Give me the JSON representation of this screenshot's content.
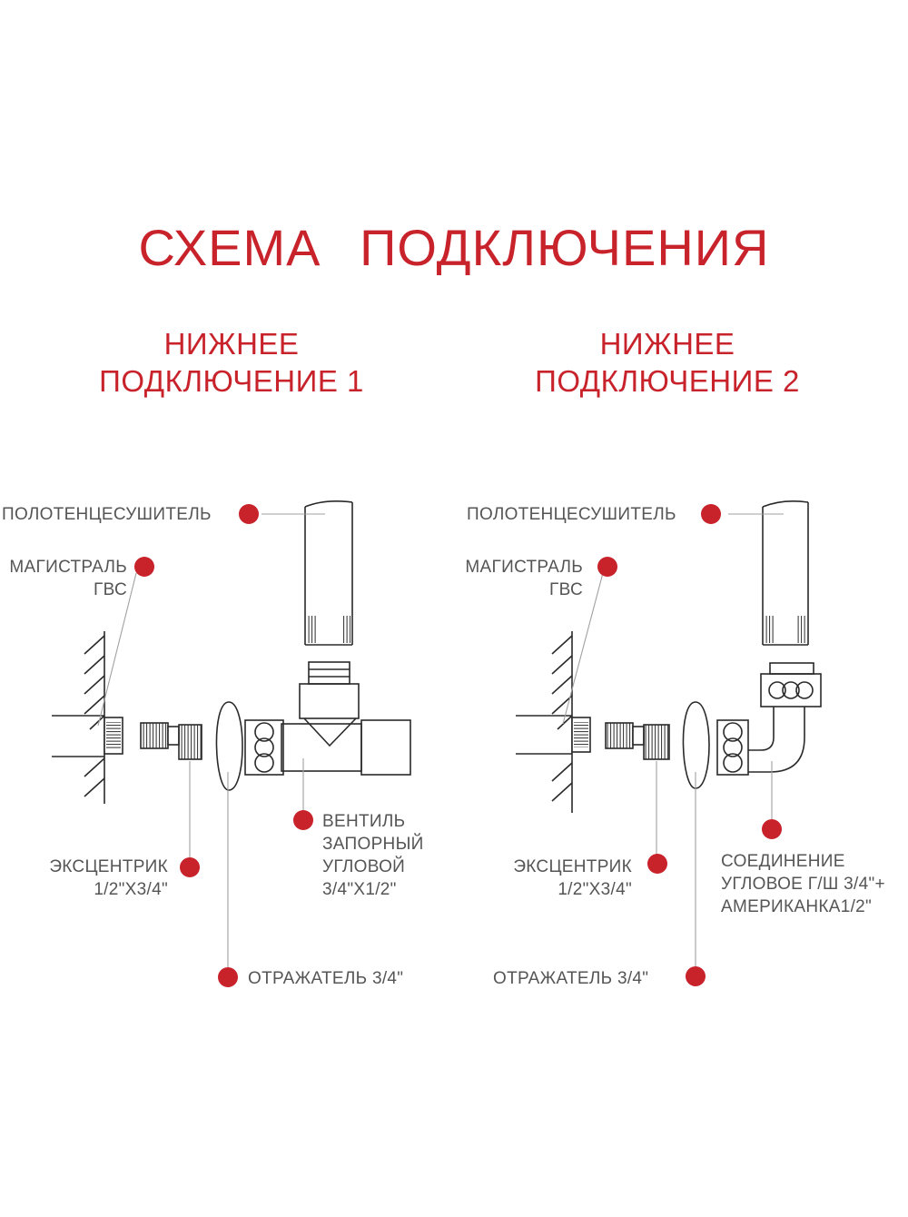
{
  "title": "СХЕМА ПОДКЛЮЧЕНИЯ",
  "colors": {
    "accent": "#c8222b",
    "line": "#2a2a2a",
    "text": "#555555",
    "leader": "#a0a0a0"
  },
  "schemes": [
    {
      "heading": [
        "НИЖНЕЕ",
        "ПОДКЛЮЧЕНИЕ 1"
      ],
      "labels": {
        "towel_dryer": "ПОЛОТЕНЦЕСУШИТЕЛЬ",
        "main_line": [
          "МАГИСТРАЛЬ",
          "ГВС"
        ],
        "eccentric": [
          "ЭКСЦЕНТРИК",
          "1/2\"X3/4\""
        ],
        "reflector": "ОТРАЖАТЕЛЬ 3/4\"",
        "fitting": [
          "ВЕНТИЛЬ",
          "ЗАПОРНЫЙ",
          "УГЛОВОЙ",
          "3/4\"X1/2\""
        ]
      }
    },
    {
      "heading": [
        "НИЖНЕЕ",
        "ПОДКЛЮЧЕНИЕ 2"
      ],
      "labels": {
        "towel_dryer": "ПОЛОТЕНЦЕСУШИТЕЛЬ",
        "main_line": [
          "МАГИСТРАЛЬ",
          "ГВС"
        ],
        "eccentric": [
          "ЭКСЦЕНТРИК",
          "1/2\"X3/4\""
        ],
        "reflector": "ОТРАЖАТЕЛЬ 3/4\"",
        "fitting": [
          "СОЕДИНЕНИЕ",
          "УГЛОВОЕ Г/Ш 3/4\"+",
          "АМЕРИКАНКА1/2\""
        ]
      }
    }
  ]
}
